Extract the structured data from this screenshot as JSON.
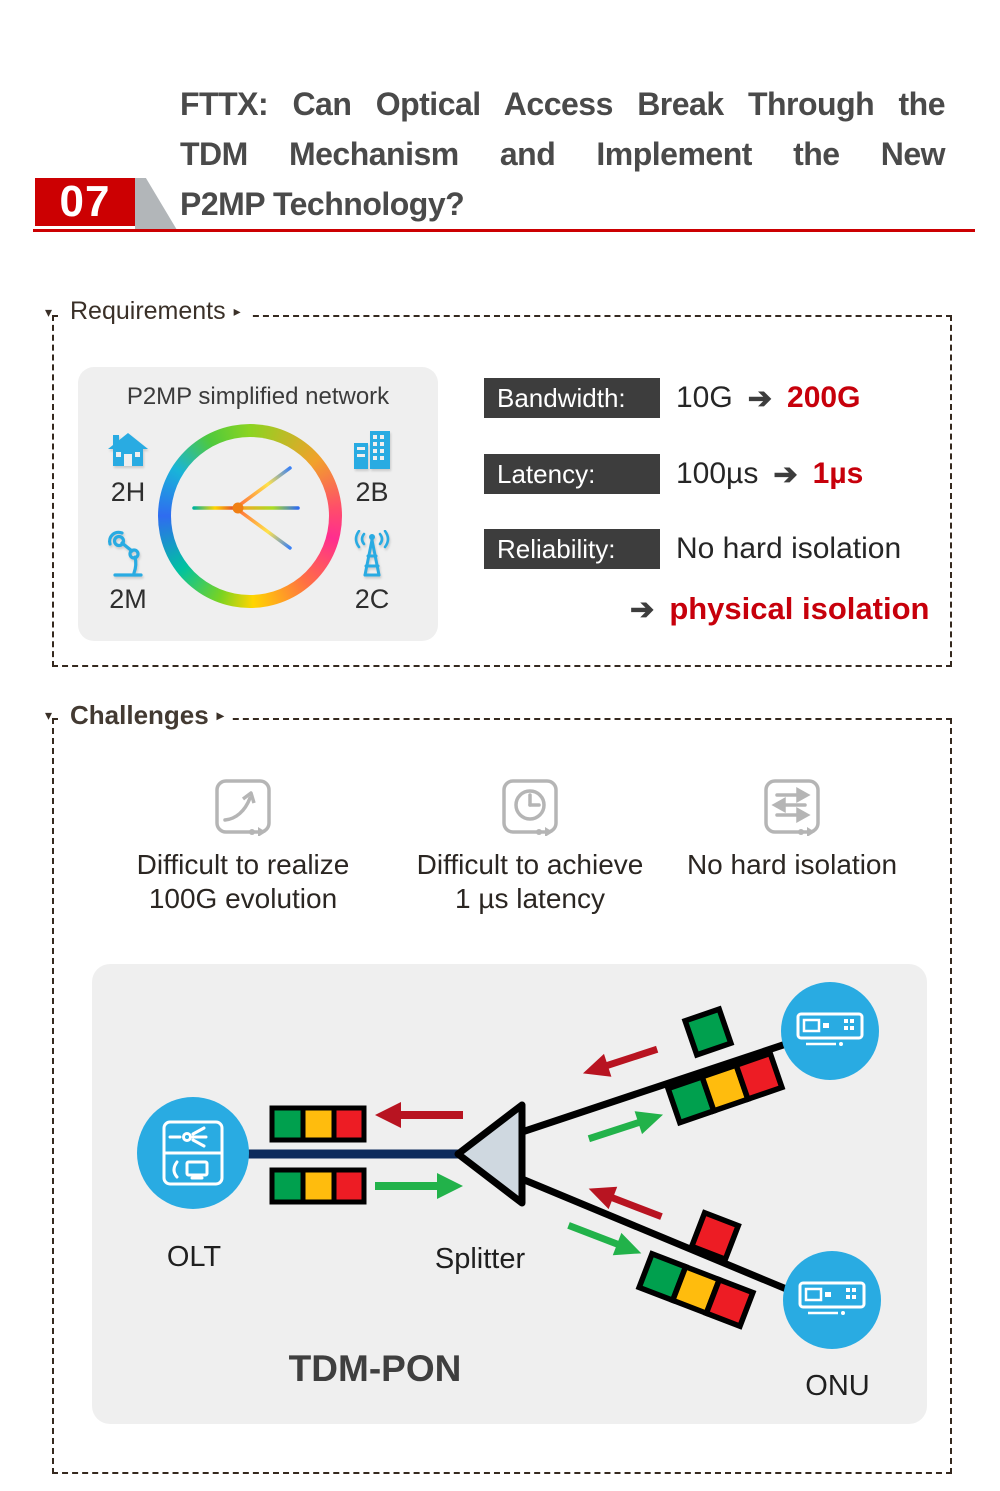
{
  "header": {
    "number": "07",
    "title_lines": [
      "FTTX: Can Optical Access Break Through the",
      "TDM Mechanism and Implement the New",
      "P2MP Technology?"
    ]
  },
  "icons": {
    "marker_down": "▾",
    "marker_right": "▸",
    "arrow_right": "➔"
  },
  "requirements": {
    "label": "Requirements",
    "p2mp": {
      "title": "P2MP simplified network",
      "nodes": [
        {
          "icon": "house-icon",
          "label": "2H"
        },
        {
          "icon": "building-icon",
          "label": "2B"
        },
        {
          "icon": "robot-arm-icon",
          "label": "2M"
        },
        {
          "icon": "antenna-icon",
          "label": "2C"
        }
      ]
    },
    "rows": [
      {
        "label": "Bandwidth:",
        "from": "10G",
        "to": "200G"
      },
      {
        "label": "Latency:",
        "from": "100µs",
        "to": "1µs"
      },
      {
        "label": "Reliability:",
        "from": "No hard isolation",
        "to": "physical isolation"
      }
    ]
  },
  "challenges": {
    "label": "Challenges",
    "items": [
      {
        "icon": "growth-arrow-icon",
        "caption_line1": "Difficult to realize",
        "caption_line2": "100G evolution"
      },
      {
        "icon": "clock-icon",
        "caption_line1": "Difficult to achieve",
        "caption_line2": "1 µs latency"
      },
      {
        "icon": "swap-arrows-icon",
        "caption_line1": "No hard isolation",
        "caption_line2": ""
      }
    ],
    "diagram": {
      "olt_label": "OLT",
      "splitter_label": "Splitter",
      "onu_label": "ONU",
      "title": "TDM-PON"
    }
  },
  "colors": {
    "accent_red": "#c7000b",
    "red_box": "#cc0002",
    "dark_label_box": "#3d3d3d",
    "device_blue": "#29abe2",
    "trunk_navy": "#0d2b5c",
    "slot_green": "#00a04e",
    "slot_yellow": "#ffbc0d",
    "slot_red": "#ed1c24",
    "arrow_dark_red": "#b81421",
    "arrow_green": "#22b24a",
    "panel_gray": "#efefef"
  }
}
